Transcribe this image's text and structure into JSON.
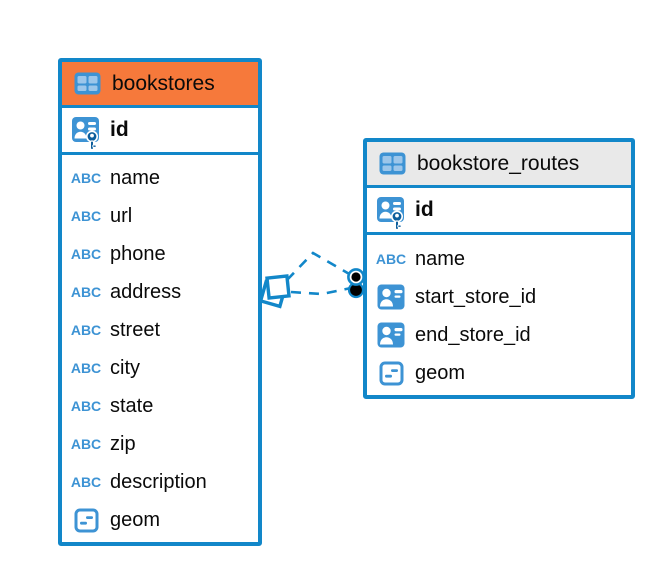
{
  "colors": {
    "accent_blue": "#1287C9",
    "icon_blue": "#3D93D4",
    "icon_cell_light": "#9CC6EA",
    "bookstores_header": "#F6793B",
    "routes_header": "#E9E9E9",
    "key_dark_blue": "#0D5E9C",
    "connector_dot": "#000000"
  },
  "icons": {
    "text_glyph": "ABC",
    "table_icon": "table-icon",
    "pk_icon": "primary-key-person-icon",
    "ref_icon": "person-badge-icon",
    "geom_icon": "geometry-icon",
    "connector_left": "overlapping-squares-marker",
    "connector_right": "double-dot-marker"
  },
  "tables": [
    {
      "name": "bookstores",
      "primary_key": "id",
      "columns": [
        {
          "name": "name",
          "type": "text"
        },
        {
          "name": "url",
          "type": "text"
        },
        {
          "name": "phone",
          "type": "text"
        },
        {
          "name": "address",
          "type": "text"
        },
        {
          "name": "street",
          "type": "text"
        },
        {
          "name": "city",
          "type": "text"
        },
        {
          "name": "state",
          "type": "text"
        },
        {
          "name": "zip",
          "type": "text"
        },
        {
          "name": "description",
          "type": "text"
        },
        {
          "name": "geom",
          "type": "geometry"
        }
      ]
    },
    {
      "name": "bookstore_routes",
      "primary_key": "id",
      "columns": [
        {
          "name": "name",
          "type": "text"
        },
        {
          "name": "start_store_id",
          "type": "reference"
        },
        {
          "name": "end_store_id",
          "type": "reference"
        },
        {
          "name": "geom",
          "type": "geometry"
        }
      ]
    }
  ],
  "relations": [
    {
      "from": "bookstores",
      "to": "bookstore_routes.start_store_id",
      "style": "dashed"
    },
    {
      "from": "bookstores",
      "to": "bookstore_routes.end_store_id",
      "style": "dashed"
    }
  ]
}
